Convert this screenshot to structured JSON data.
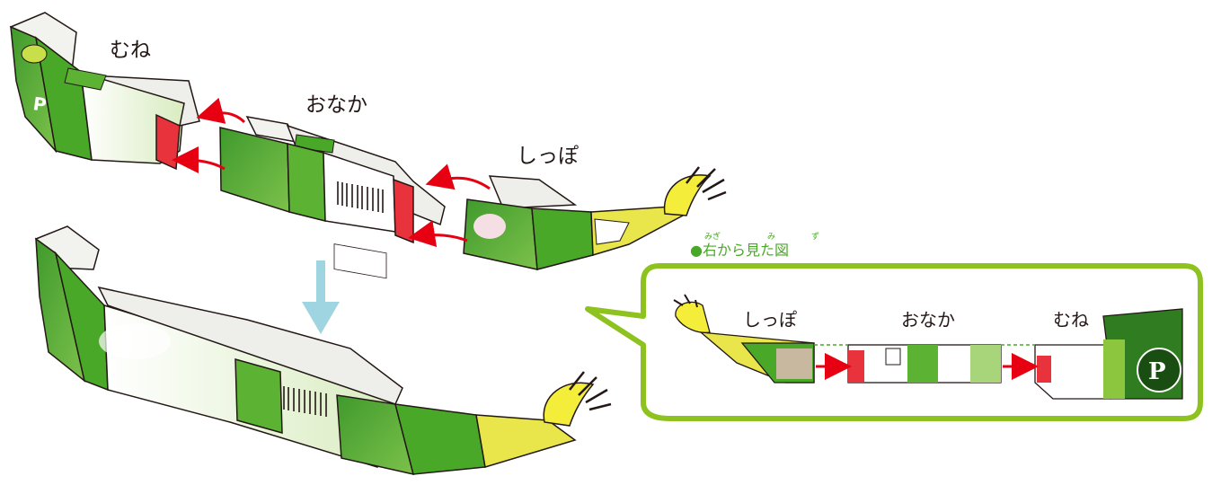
{
  "labels": {
    "chest": "むね",
    "belly": "おなか",
    "tail": "しっぽ"
  },
  "side_view": {
    "title": "●右から見た図",
    "title_bullet": "●",
    "title_text": "右から見た図",
    "ruby": [
      "みぎ",
      "み",
      "ず"
    ],
    "labels": [
      "しっぽ",
      "おなか",
      "むね"
    ]
  },
  "colors": {
    "green": "#4aa829",
    "light_green": "#8cc63f",
    "yellow": "#e8e64a",
    "red_arrow": "#e60012",
    "red_flap": "#e8333c",
    "down_arrow": "#9fd5e0",
    "outline": "#231815",
    "bubble_border": "#8dc21f"
  }
}
